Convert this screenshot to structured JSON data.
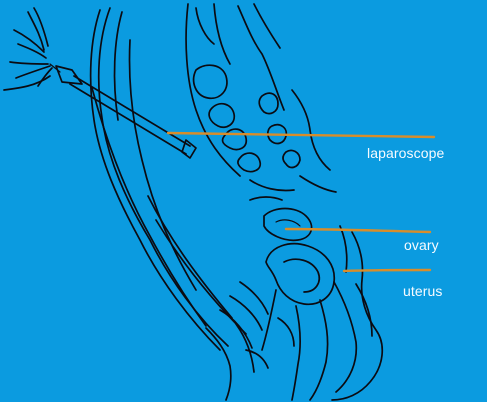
{
  "labels": {
    "laparoscope": "laparoscope",
    "ovary": "ovary",
    "uterus": "uterus"
  },
  "colors": {
    "background": "#0b9be0",
    "ink": "#0b0b12",
    "leader": "#d88d2b",
    "label_text": "#f7fbff"
  }
}
